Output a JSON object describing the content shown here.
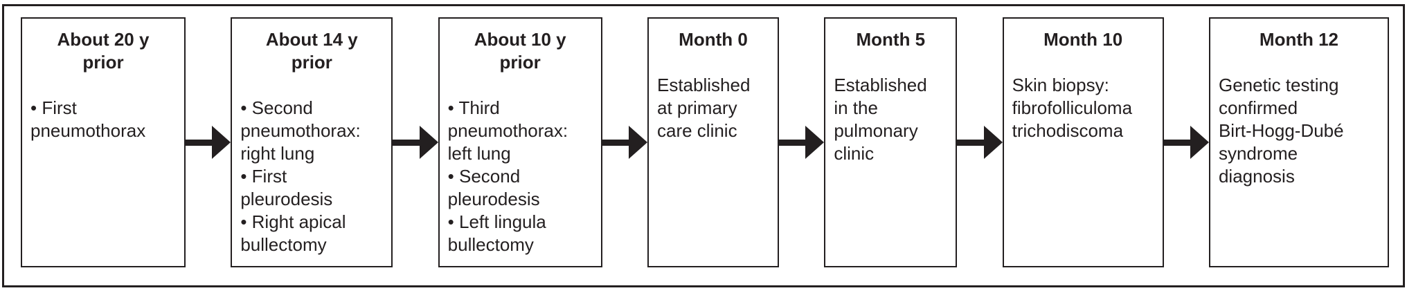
{
  "colors": {
    "ink": "#231f20",
    "background": "#ffffff"
  },
  "diagram": {
    "type": "timeline-flow",
    "direction": "left-to-right",
    "connector": "right-arrow"
  },
  "boxes": [
    {
      "heading": "About 20 y\nprior",
      "items": [
        "• First\npneumothorax"
      ]
    },
    {
      "heading": "About 14 y\nprior",
      "items": [
        "• Second\npneumothorax:\nright lung",
        "• First\npleurodesis",
        "• Right apical\nbullectomy"
      ]
    },
    {
      "heading": "About 10 y\nprior",
      "items": [
        "• Third\npneumothorax:\nleft lung",
        "• Second\npleurodesis",
        "• Left lingula\nbullectomy"
      ]
    },
    {
      "heading": "Month 0",
      "items": [
        "Established\nat primary\ncare clinic"
      ]
    },
    {
      "heading": "Month 5",
      "items": [
        "Established\nin the\npulmonary\nclinic"
      ]
    },
    {
      "heading": "Month 10",
      "items": [
        "Skin biopsy:\nfibrofolliculoma\ntrichodiscoma"
      ]
    },
    {
      "heading": "Month 12",
      "items": [
        "Genetic testing\nconfirmed\nBirt-Hogg-Dubé\nsyndrome\ndiagnosis"
      ]
    }
  ]
}
